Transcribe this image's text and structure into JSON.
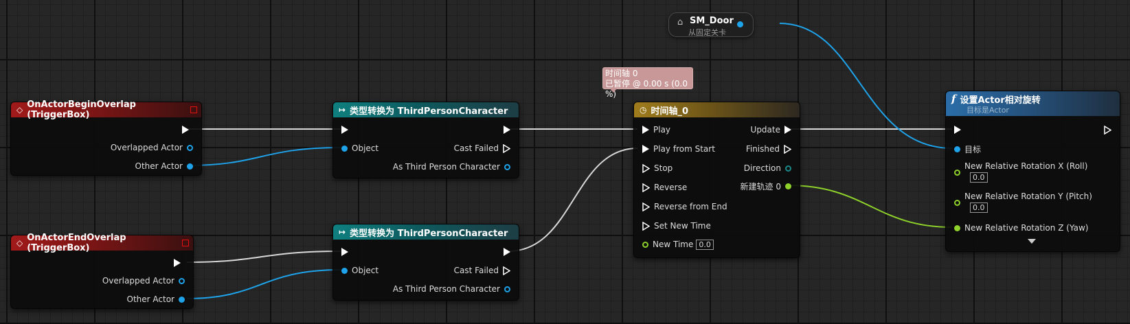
{
  "nodes": {
    "begin_overlap": {
      "title": "OnActorBeginOverlap (TriggerBox)",
      "pins": {
        "overlapped_actor": "Overlapped Actor",
        "other_actor": "Other Actor"
      }
    },
    "end_overlap": {
      "title": "OnActorEndOverlap (TriggerBox)",
      "pins": {
        "overlapped_actor": "Overlapped Actor",
        "other_actor": "Other Actor"
      }
    },
    "cast_top": {
      "title": "类型转换为 ThirdPersonCharacter",
      "pins": {
        "object": "Object",
        "cast_failed": "Cast Failed",
        "as_character": "As Third Person Character"
      }
    },
    "cast_bottom": {
      "title": "类型转换为 ThirdPersonCharacter",
      "pins": {
        "object": "Object",
        "cast_failed": "Cast Failed",
        "as_character": "As Third Person Character"
      }
    },
    "timeline": {
      "title": "时间轴_0",
      "tooltip_line1": "时间轴 0",
      "tooltip_line2": "已暂停 @ 0.00 s (0.0 %)",
      "pins": {
        "play": "Play",
        "play_from_start": "Play from Start",
        "stop": "Stop",
        "reverse": "Reverse",
        "reverse_from_end": "Reverse from End",
        "set_new_time": "Set New Time",
        "new_time": "New Time",
        "new_time_value": "0.0",
        "update": "Update",
        "finished": "Finished",
        "direction": "Direction",
        "new_track": "新建轨迹 0"
      }
    },
    "sm_door": {
      "title": "SM_Door",
      "subtitle": "从固定关卡"
    },
    "set_rotation": {
      "title": "设置Actor相对旋转",
      "subtitle": "目标是Actor",
      "pins": {
        "target": "目标",
        "rot_x": "New Relative Rotation X (Roll)",
        "rot_x_value": "0.0",
        "rot_y": "New Relative Rotation Y (Pitch)",
        "rot_y_value": "0.0",
        "rot_z": "New Relative Rotation Z (Yaw)"
      }
    }
  },
  "colors": {
    "exec": "#ffffff",
    "object_pin": "#1ea3ea",
    "float_pin": "#8ed12a",
    "event_header": "#a11a1a",
    "cast_header": "#0f7f7f",
    "timeline_header": "#a07c1c",
    "function_header": "#2b6da8"
  },
  "icons": {
    "event": "event-diamond-icon",
    "cast": "cast-arrow-icon",
    "timeline": "clock-icon",
    "function": "function-f-icon",
    "actor_reference": "house-icon",
    "advanced": "chevron-down-icon"
  }
}
